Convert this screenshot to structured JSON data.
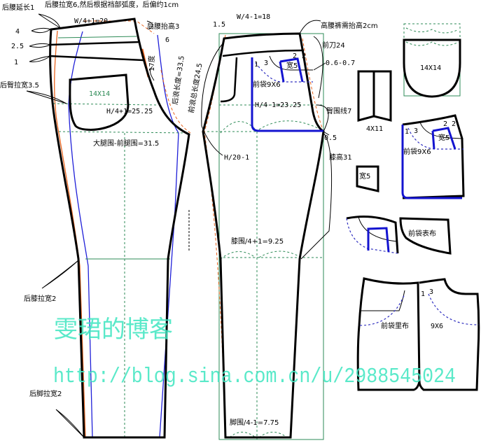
{
  "back_piece": {
    "labels": {
      "waist_extend": "后腰延长1",
      "waist_widen": "后腰拉宽6,然后根据裆部弧度，后偏约1cm",
      "waist_formula": "W/4+1=20",
      "waist_raise": "后腰抬高3",
      "mark_4": "4",
      "mark_25": "2.5",
      "mark_1": "1",
      "mark_6": "6",
      "dart_17": "17度",
      "back_rise": "后浪长度=33.5",
      "front_rise_total": "前浪总长度24.5",
      "hip_widen": "后臀拉宽3.5",
      "pocket_size": "14X14",
      "hip_formula": "H/4+1=25.25",
      "thigh_formula": "大腿围-前腿围=31.5",
      "knee_widen": "后膝拉宽2",
      "hem_widen": "后脚拉宽2"
    }
  },
  "front_piece": {
    "labels": {
      "mark_15": "1.5",
      "waist_formula": "W/4-1=18",
      "high_waist": "高腰裤需抬高2cm",
      "front_blade": "前刀24",
      "offset": "0.6-0.7",
      "mark_1": "1",
      "mark_3": "3",
      "mark_2a": "2",
      "mark_2b": "2",
      "coin_width": "宽5",
      "front_pocket": "前袋9X6",
      "hip_formula": "H/4-1=23.25",
      "hip_line": "臀围线7",
      "mark_05": "0.5",
      "h20": "H/20-1",
      "knee_height": "膝高31",
      "knee_formula": "膝围/4+1=9.25",
      "hem_formula": "脚围/4-1=7.75"
    }
  },
  "small_pieces": {
    "back_pocket": "14X14",
    "belt_loop": "4X11",
    "coin": "宽5",
    "pocket_detail": {
      "mark_1": "1",
      "mark_3": "3",
      "mark_2a": "2",
      "mark_2b": "2",
      "width": "宽5",
      "label": "前袋9X6"
    },
    "pocket_facing": "前袋表布",
    "pocket_lining": {
      "label": "前袋里布",
      "size": "9X6",
      "mark_1": "1",
      "mark_3": "3"
    }
  },
  "watermark": {
    "name": "雯珺的博客",
    "url": "http://blog.sina.com.cn/u/2988545024"
  }
}
